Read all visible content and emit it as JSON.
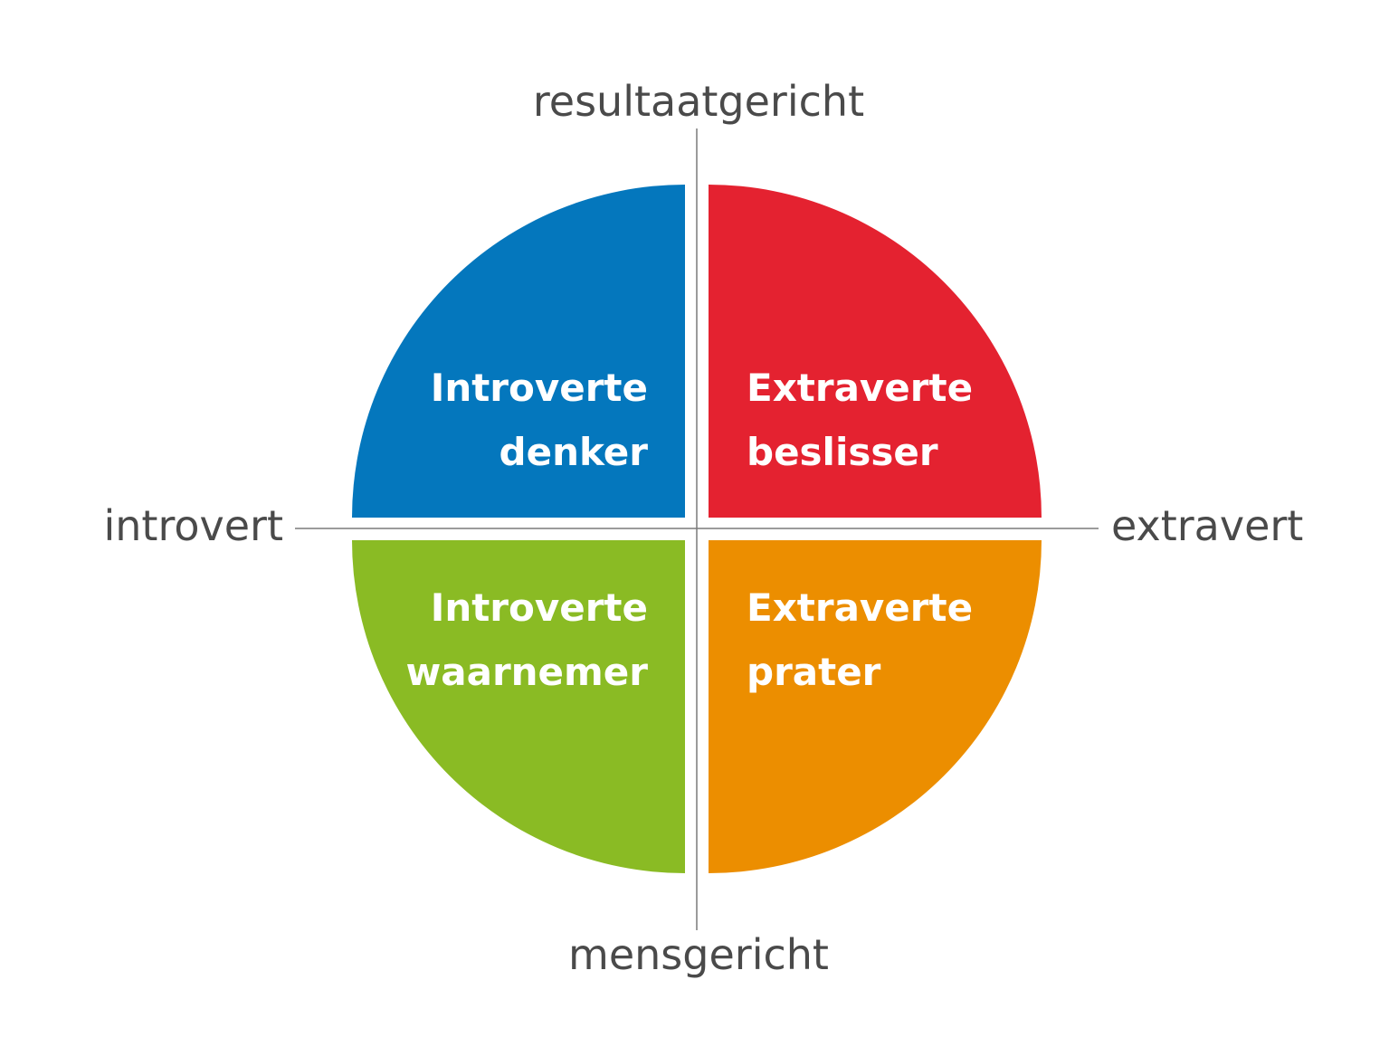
{
  "axes": {
    "top": "resultaatgericht",
    "bottom": "mensgericht",
    "left": "introvert",
    "right": "extravert"
  },
  "quadrants": {
    "top_left": {
      "line1": "Introverte",
      "line2": "denker",
      "color": "#0477BD"
    },
    "top_right": {
      "line1": "Extraverte",
      "line2": "beslisser",
      "color": "#E42230"
    },
    "bottom_left": {
      "line1": "Introverte",
      "line2": "waarnemer",
      "color": "#8ABB24"
    },
    "bottom_right": {
      "line1": "Extraverte",
      "line2": "prater",
      "color": "#EC8E00"
    }
  }
}
